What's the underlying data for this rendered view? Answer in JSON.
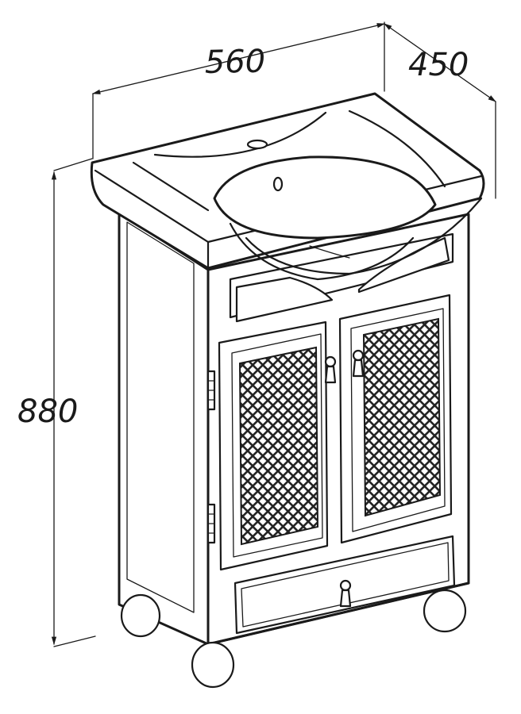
{
  "dimensions": {
    "width": "560",
    "depth": "450",
    "height": "880"
  },
  "colors": {
    "line": "#1a1a1a",
    "background": "#ffffff",
    "mesh_fill": "#222222"
  }
}
